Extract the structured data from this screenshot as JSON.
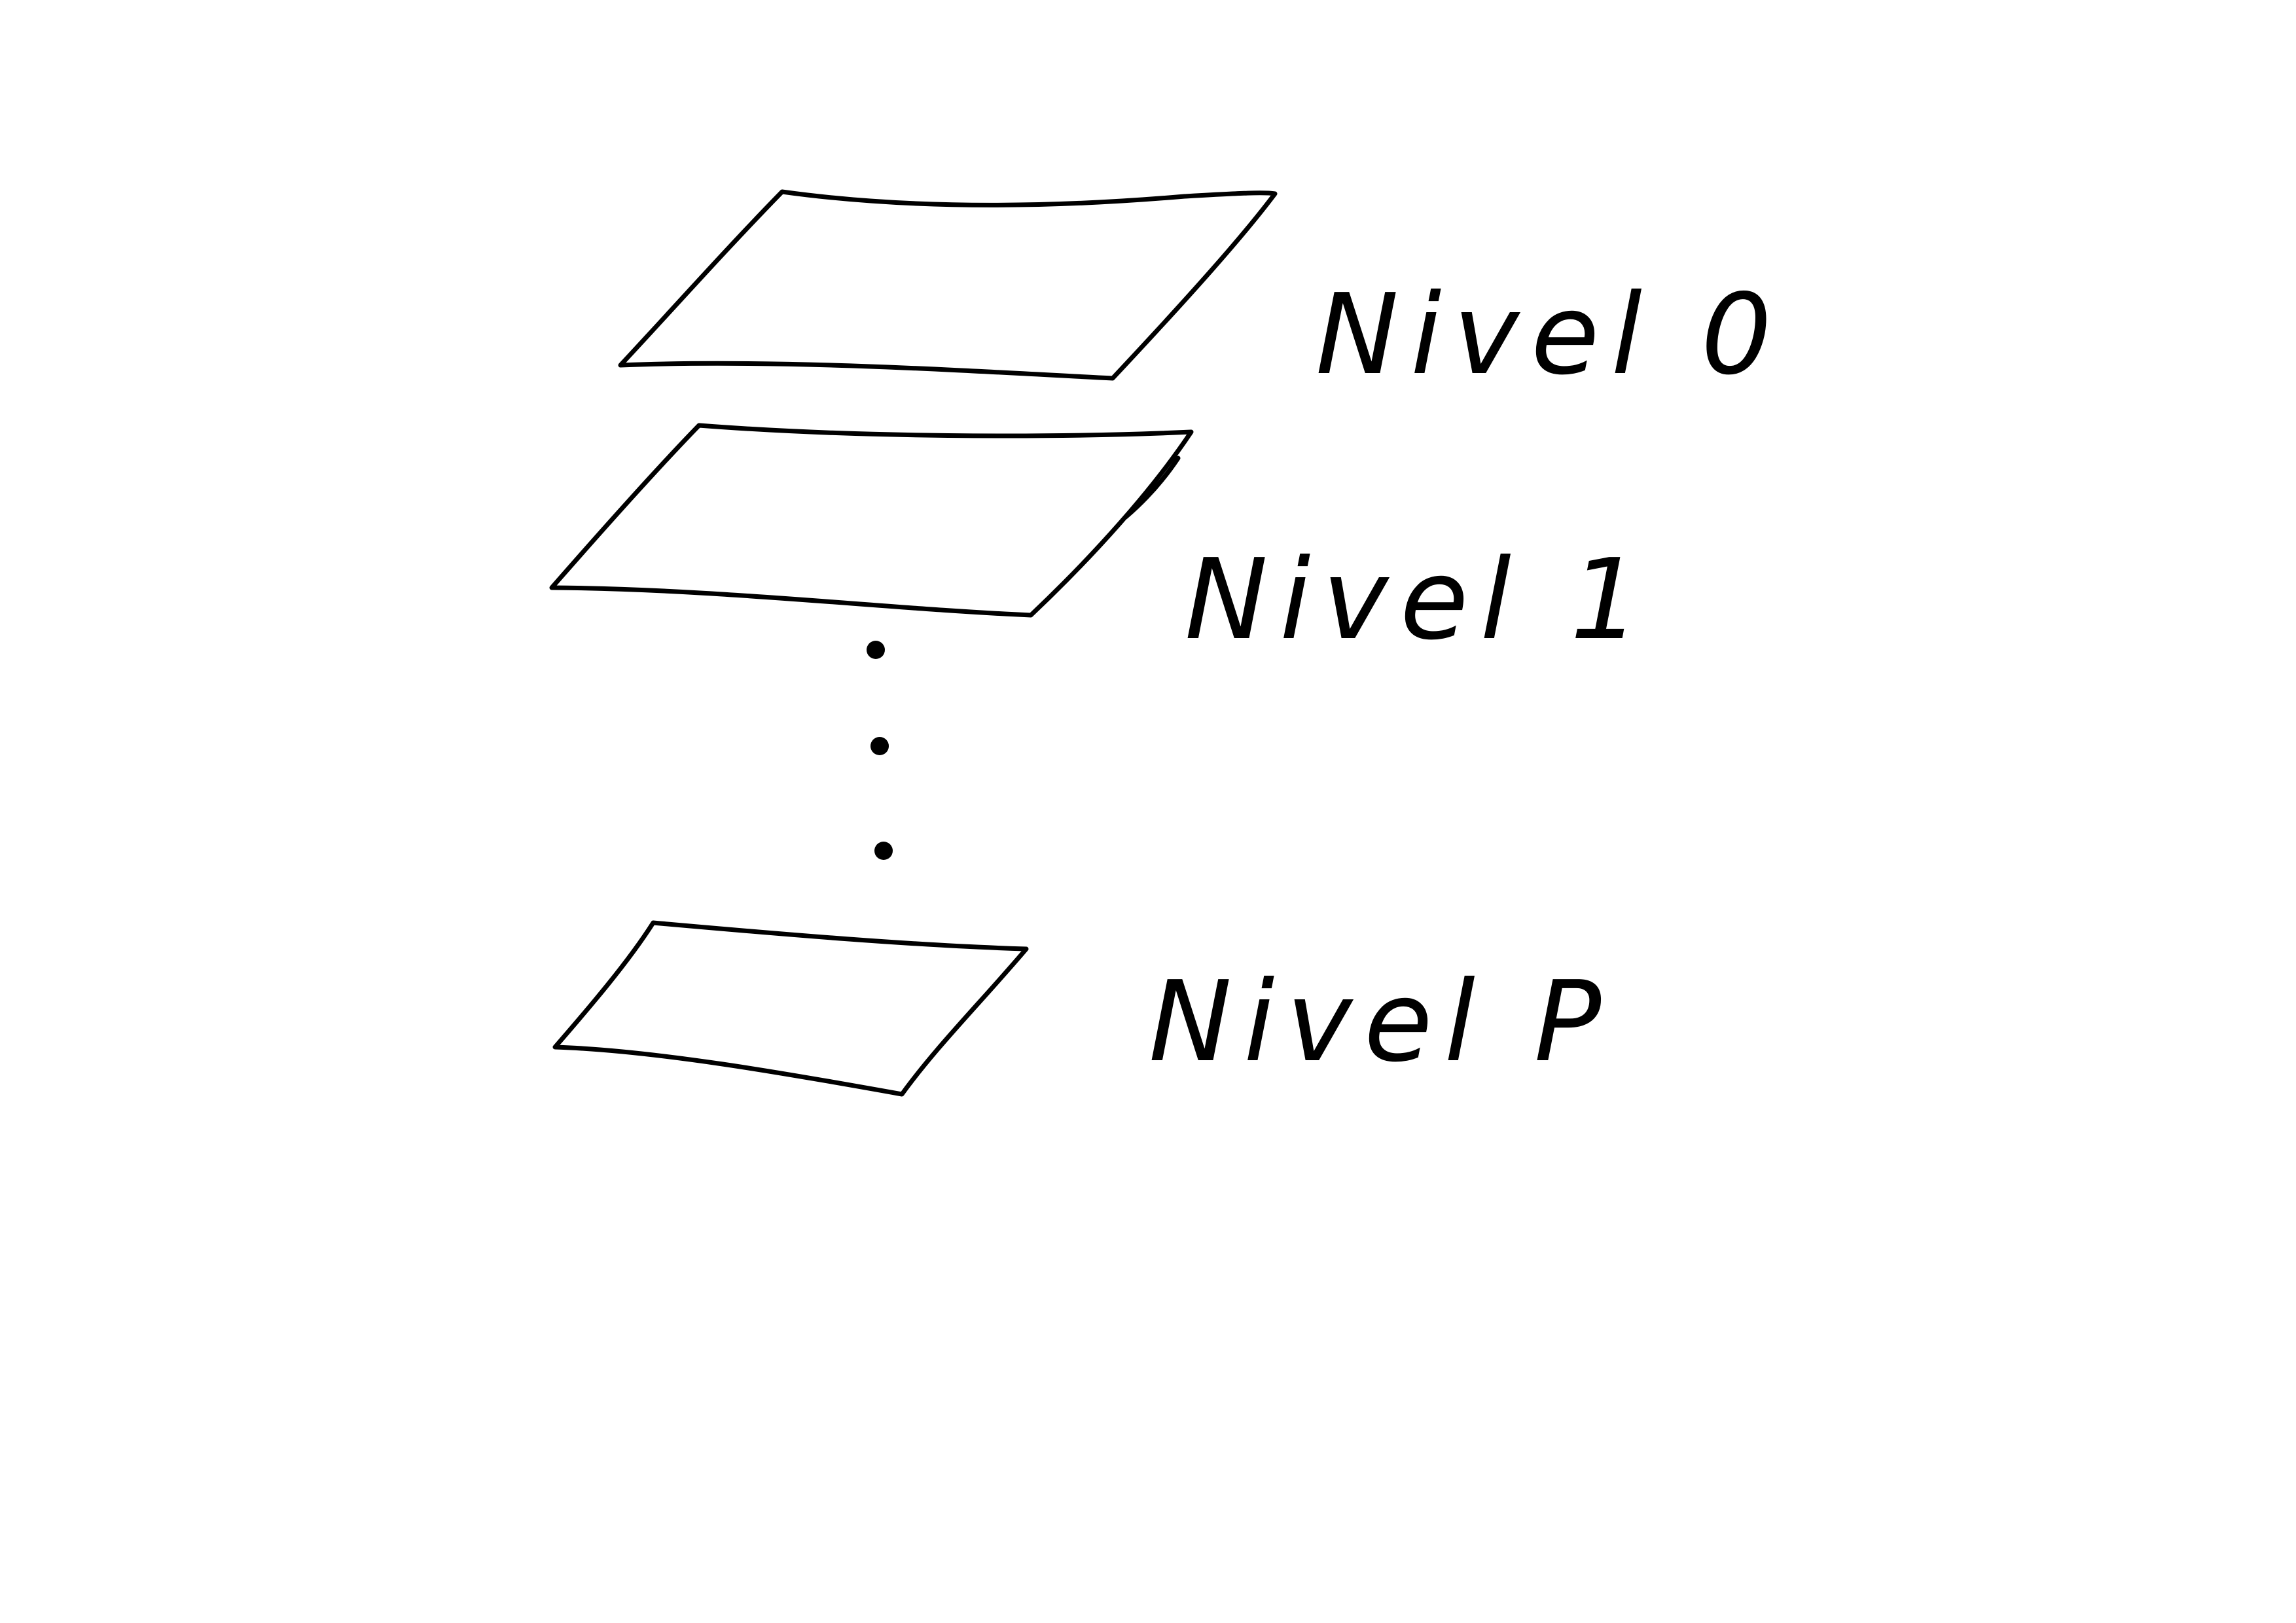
{
  "diagram": {
    "levels": [
      {
        "label": "Nivel 0"
      },
      {
        "label": "Nivel 1"
      },
      {
        "label": "Nivel P"
      }
    ],
    "ellipsis_dots": 3,
    "ink_color": "#000000",
    "background": "#ffffff"
  }
}
